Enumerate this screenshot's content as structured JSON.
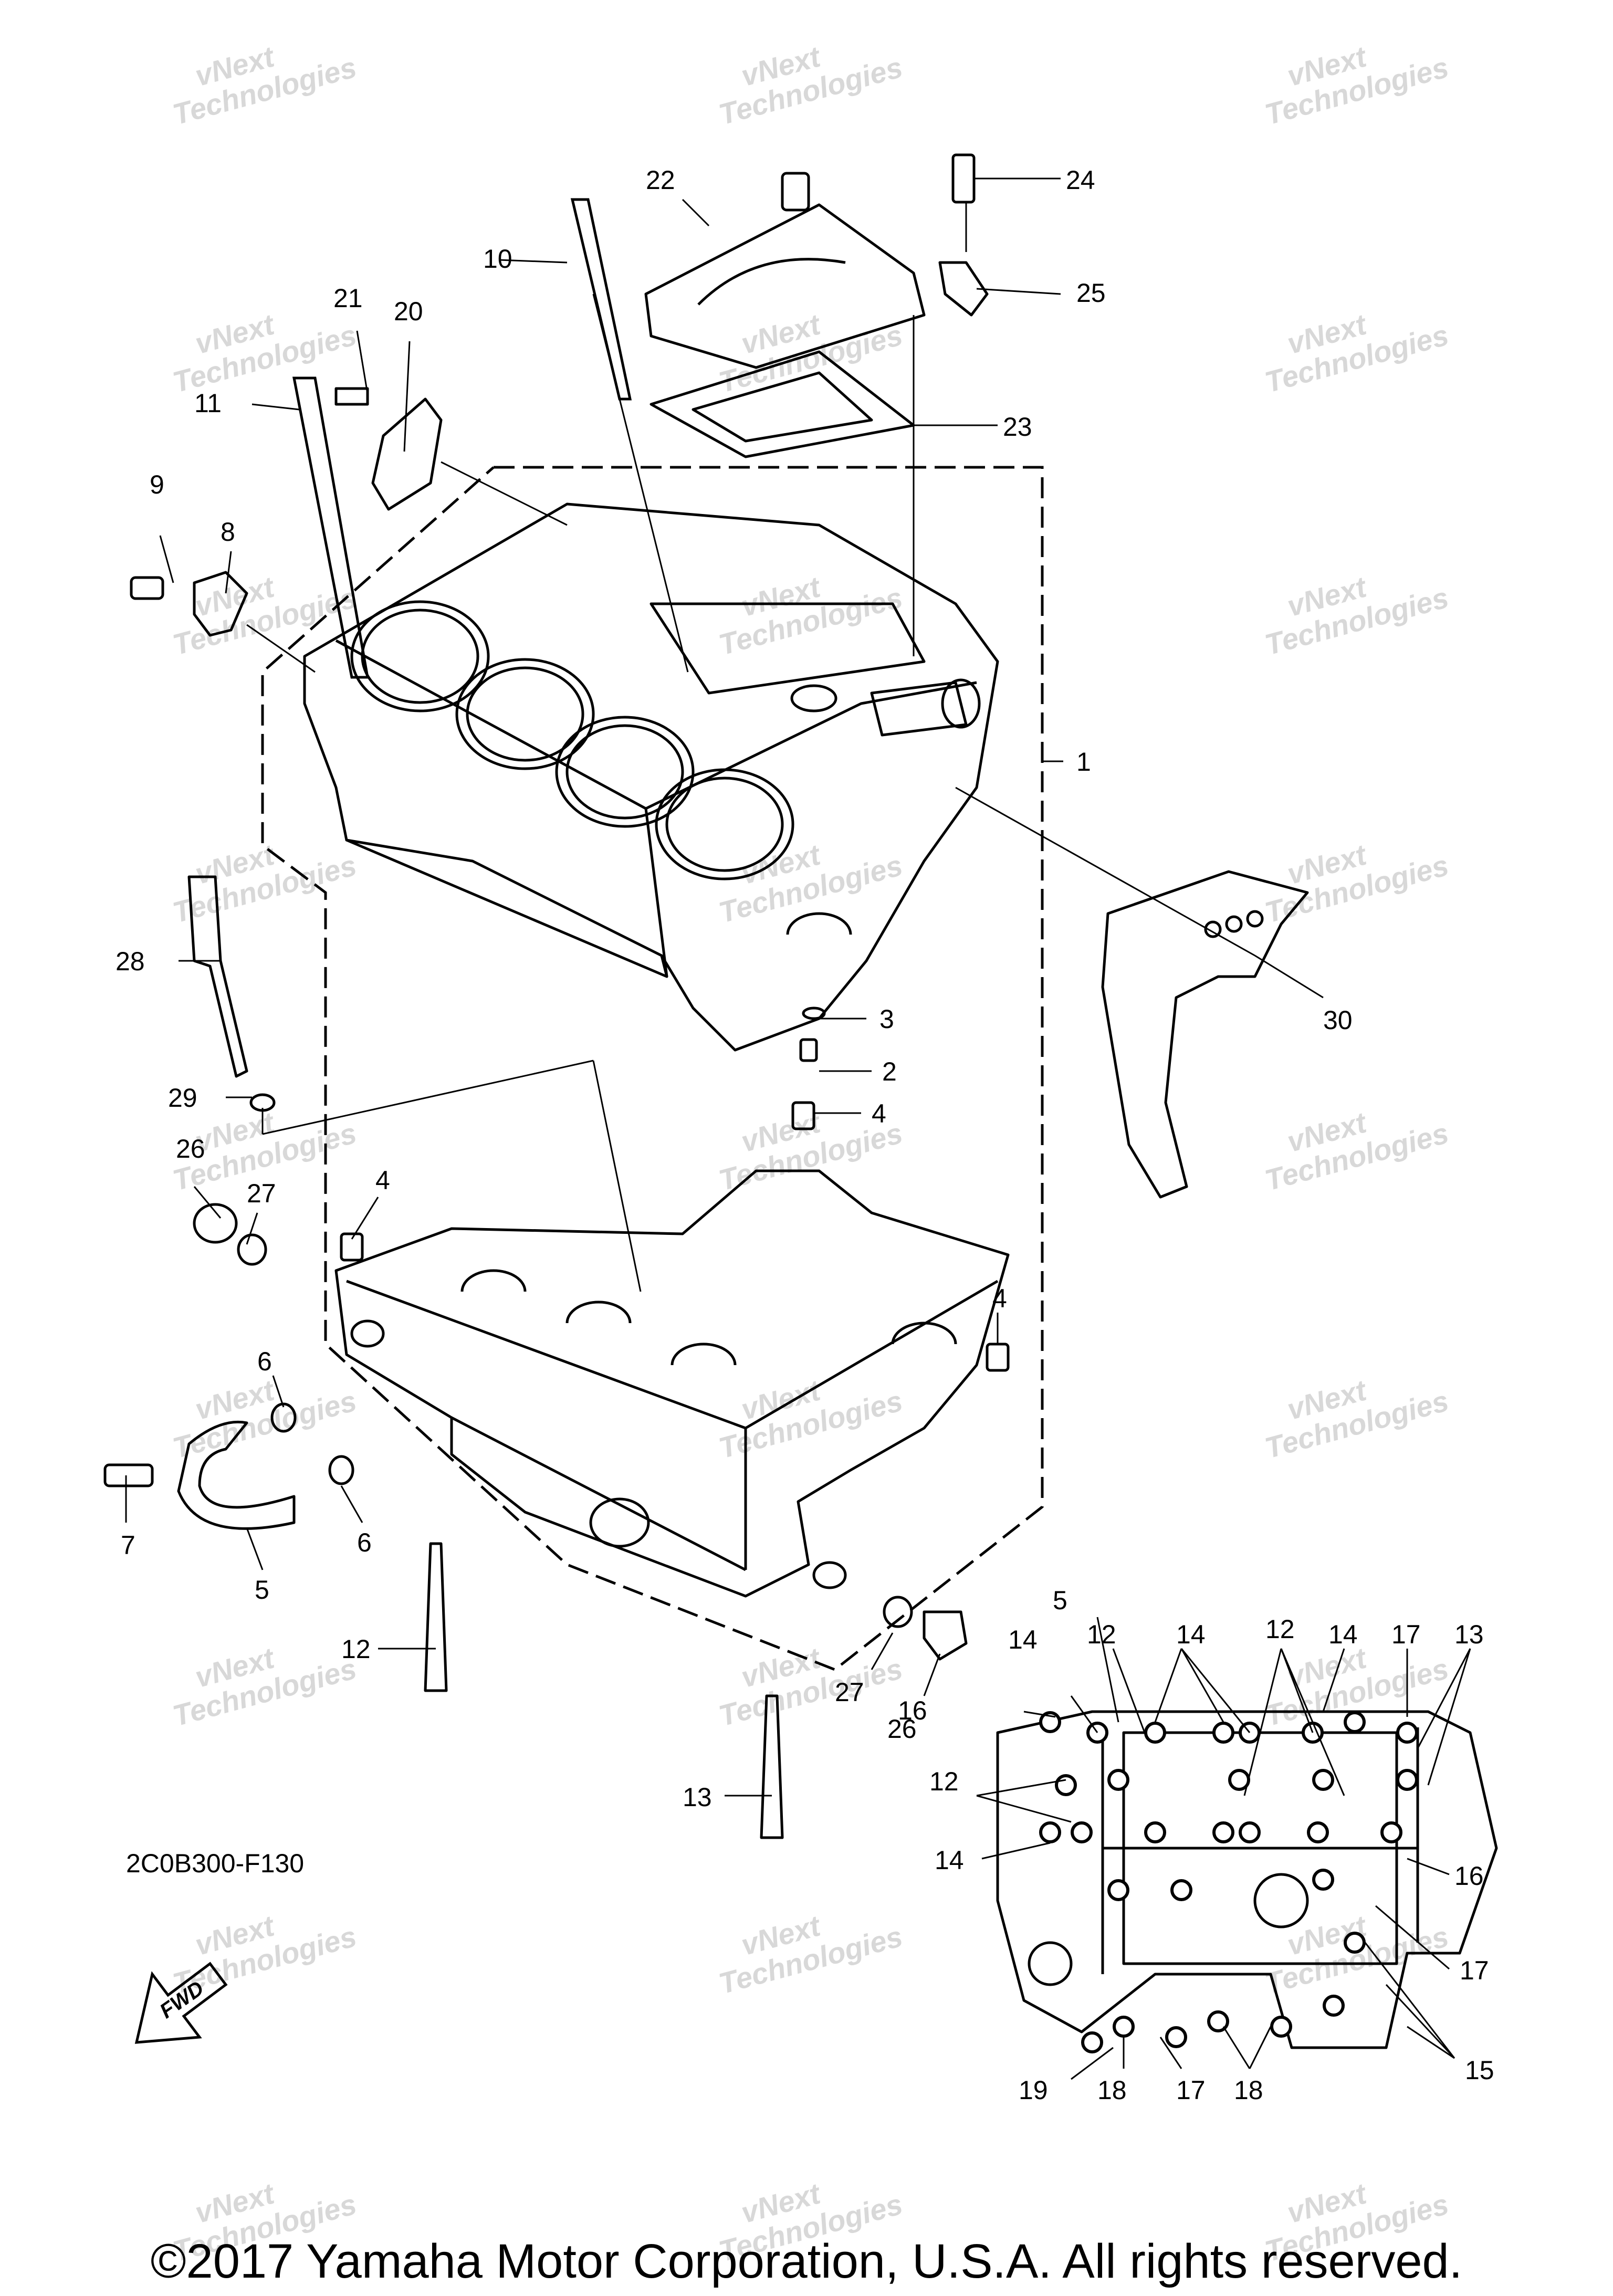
{
  "watermark": [
    "vNext",
    "Technologies"
  ],
  "callouts": [
    {
      "id": "c1",
      "text": "1"
    },
    {
      "id": "c2",
      "text": "2"
    },
    {
      "id": "c3",
      "text": "3"
    },
    {
      "id": "c4a",
      "text": "4"
    },
    {
      "id": "c4b",
      "text": "4"
    },
    {
      "id": "c4c",
      "text": "4"
    },
    {
      "id": "c5a",
      "text": "5"
    },
    {
      "id": "c5b",
      "text": "5"
    },
    {
      "id": "c6a",
      "text": "6"
    },
    {
      "id": "c6b",
      "text": "6"
    },
    {
      "id": "c7",
      "text": "7"
    },
    {
      "id": "c8",
      "text": "8"
    },
    {
      "id": "c9",
      "text": "9"
    },
    {
      "id": "c10",
      "text": "10"
    },
    {
      "id": "c11",
      "text": "11"
    },
    {
      "id": "c12a",
      "text": "12"
    },
    {
      "id": "c12b",
      "text": "12"
    },
    {
      "id": "c12c",
      "text": "12"
    },
    {
      "id": "c12d",
      "text": "12"
    },
    {
      "id": "c13a",
      "text": "13"
    },
    {
      "id": "c13b",
      "text": "13"
    },
    {
      "id": "c14a",
      "text": "14"
    },
    {
      "id": "c14b",
      "text": "14"
    },
    {
      "id": "c14c",
      "text": "14"
    },
    {
      "id": "c14d",
      "text": "14"
    },
    {
      "id": "c15",
      "text": "15"
    },
    {
      "id": "c16a",
      "text": "16"
    },
    {
      "id": "c16b",
      "text": "16"
    },
    {
      "id": "c17a",
      "text": "17"
    },
    {
      "id": "c17b",
      "text": "17"
    },
    {
      "id": "c17c",
      "text": "17"
    },
    {
      "id": "c18a",
      "text": "18"
    },
    {
      "id": "c18b",
      "text": "18"
    },
    {
      "id": "c19",
      "text": "19"
    },
    {
      "id": "c20",
      "text": "20"
    },
    {
      "id": "c21",
      "text": "21"
    },
    {
      "id": "c22",
      "text": "22"
    },
    {
      "id": "c23",
      "text": "23"
    },
    {
      "id": "c24",
      "text": "24"
    },
    {
      "id": "c25",
      "text": "25"
    },
    {
      "id": "c26a",
      "text": "26"
    },
    {
      "id": "c26b",
      "text": "26"
    },
    {
      "id": "c27a",
      "text": "27"
    },
    {
      "id": "c27b",
      "text": "27"
    },
    {
      "id": "c28",
      "text": "28"
    },
    {
      "id": "c29",
      "text": "29"
    },
    {
      "id": "c30",
      "text": "30"
    }
  ],
  "fwd_label": "FWD",
  "part_code": "2C0B300-F130",
  "copyright": "©2017 Yamaha Motor Corporation, U.S.A. All rights reserved.",
  "colors": {
    "line": "#000000",
    "watermark": "#d8d8d8",
    "background": "#ffffff"
  }
}
